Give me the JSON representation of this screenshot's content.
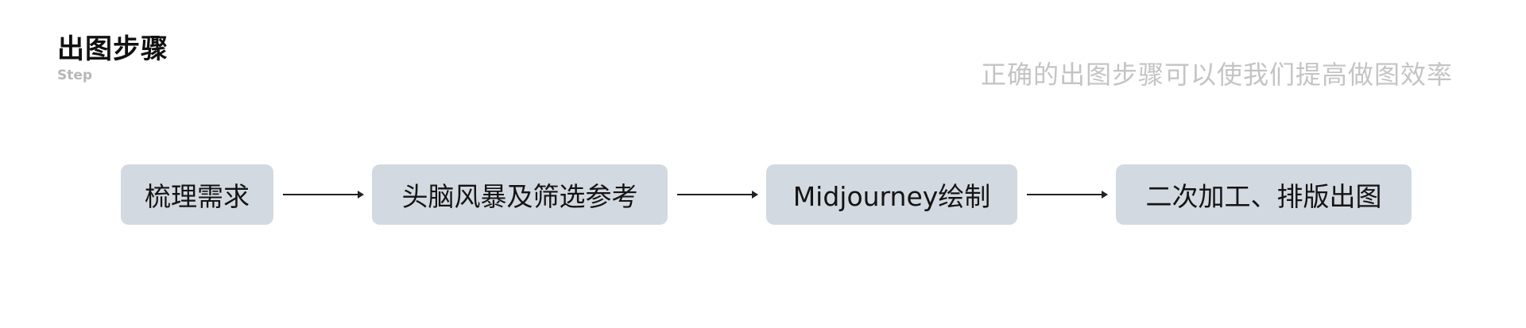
{
  "header": {
    "title": "出图步骤",
    "subtitle": "Step",
    "tagline": "正确的出图步骤可以使我们提高做图效率"
  },
  "steps": [
    {
      "label": "梳理需求"
    },
    {
      "label": "头脑风暴及筛选参考"
    },
    {
      "label": "Midjourney绘制"
    },
    {
      "label": "二次加工、排版出图"
    }
  ],
  "colors": {
    "step_fill": "#d3d9e0",
    "title_text": "#111111",
    "muted_text": "#c4c4c4",
    "arrow": "#222222"
  }
}
